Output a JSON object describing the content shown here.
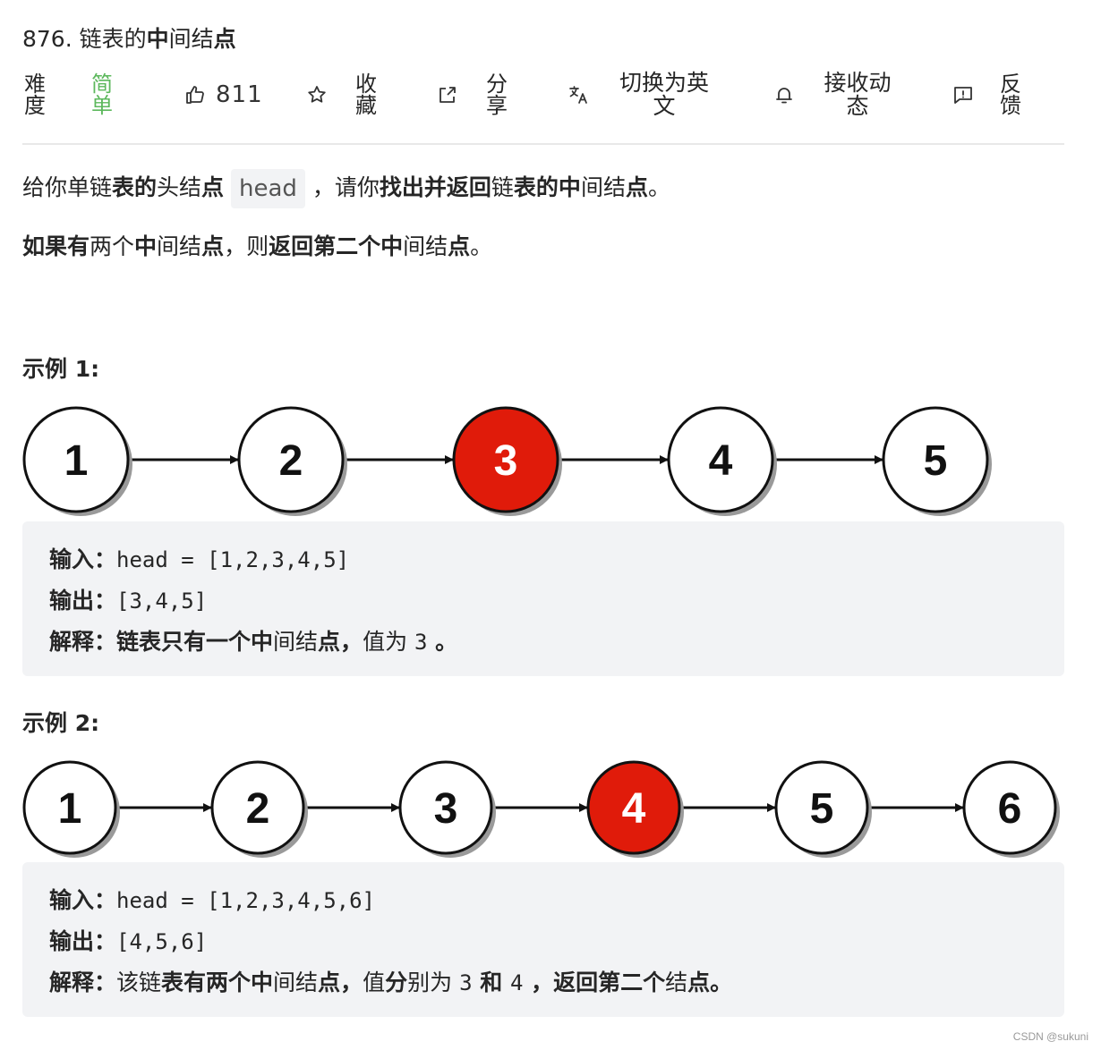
{
  "problem": {
    "number": "876.",
    "title_rest": " 链表的",
    "title_bold_1": "中",
    "title_rest_2": "间结",
    "title_bold_2": "点"
  },
  "toolbar": {
    "difficulty_label": "难度",
    "difficulty_value": "简单",
    "like_count": "811",
    "favorite_label": "收藏",
    "share_label": "分享",
    "switch_lang_label": "切换为英文",
    "subscribe_label": "接收动态",
    "feedback_label": "反馈"
  },
  "description": {
    "p1_a": "给你单链",
    "p1_b": "表的",
    "p1_c": "头结",
    "p1_d": "点",
    "p1_code": "head",
    "p1_e": " ，请你",
    "p1_f": "找出并返回",
    "p1_g": "链",
    "p1_h": "表的中",
    "p1_i": "间结",
    "p1_j": "点",
    "p1_k": "。",
    "p2_a": "如果有",
    "p2_b": "两个",
    "p2_c": "中",
    "p2_d": "间结",
    "p2_e": "点",
    "p2_f": "，则",
    "p2_g": "返回第二个中",
    "p2_h": "间结",
    "p2_i": "点",
    "p2_j": "。"
  },
  "examples": [
    {
      "title": "示例 1:",
      "nodes": [
        "1",
        "2",
        "3",
        "4",
        "5"
      ],
      "highlight_index": 2,
      "input_label": "输入：",
      "input_value": "head = [1,2,3,4,5]",
      "output_label": "输出：",
      "output_value": "[3,4,5]",
      "explain_label": "解释：",
      "explain_a": "链表只有一个中",
      "explain_b": "间结",
      "explain_c": "点，",
      "explain_d": "值为 ",
      "explain_code": "3",
      "explain_e": " 。"
    },
    {
      "title": "示例 2:",
      "nodes": [
        "1",
        "2",
        "3",
        "4",
        "5",
        "6"
      ],
      "highlight_index": 3,
      "input_label": "输入：",
      "input_value": "head = [1,2,3,4,5,6]",
      "output_label": "输出：",
      "output_value": "[4,5,6]",
      "explain_label": "解释：",
      "explain_a": "该链",
      "explain_b": "表有两个中",
      "explain_c": "间结",
      "explain_d": "点，",
      "explain_e": "值",
      "explain_f": "分",
      "explain_g": "别为 ",
      "explain_code1": "3",
      "explain_h": " 和 ",
      "explain_code2": "4",
      "explain_i": " ，返回第二个",
      "explain_j": "结",
      "explain_k": "点。"
    }
  ],
  "footer": "CSDN @sukuni",
  "colors": {
    "highlight": "#e01b0a",
    "easy": "#5cb85c",
    "code_bg": "#f2f3f5"
  }
}
